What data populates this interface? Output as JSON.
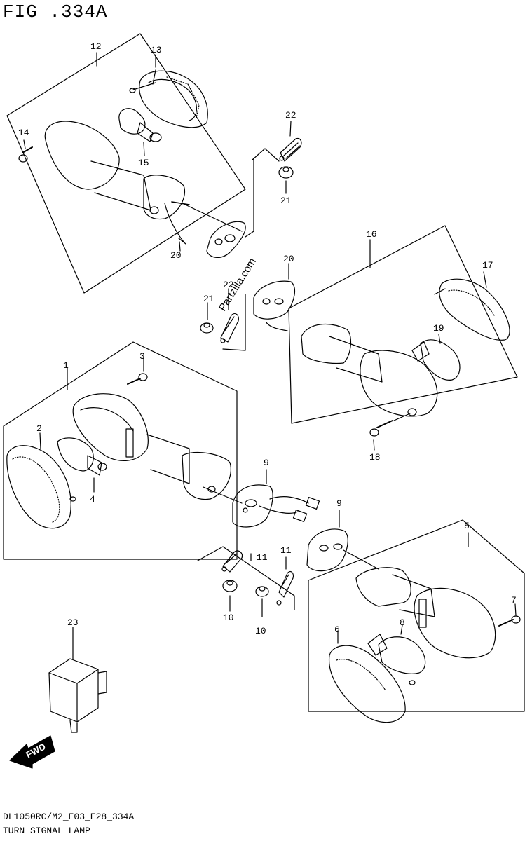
{
  "figure": {
    "title": "FIG .334A",
    "code": "DL1050RC/M2_E03_E28_334A",
    "name": "TURN SIGNAL LAMP"
  },
  "watermark": "Partzilla.com",
  "fwd_label": "FWD",
  "callouts": [
    "1",
    "2",
    "3",
    "4",
    "5",
    "6",
    "7",
    "8",
    "9",
    "9",
    "10",
    "10",
    "11",
    "11",
    "12",
    "13",
    "14",
    "15",
    "16",
    "17",
    "18",
    "19",
    "20",
    "20",
    "21",
    "21",
    "22",
    "22",
    "23"
  ]
}
